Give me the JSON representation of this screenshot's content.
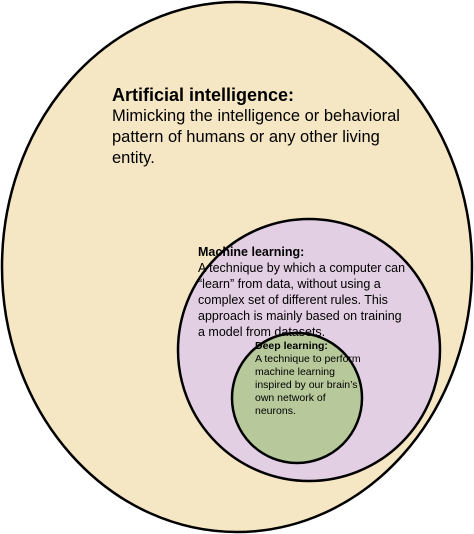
{
  "colors": {
    "ai_fill": "#f6e7c4",
    "ml_fill": "#e3cfe3",
    "dl_fill": "#b7c99b",
    "outline": "#000000",
    "text": "#000000"
  },
  "ai": {
    "title": "Artificial intelligence:",
    "description": "Mimicking the intelligence or behavioral pattern of humans or any other living entity."
  },
  "ml": {
    "title": "Machine learning:",
    "description": "A technique by which a computer can “learn” from data, without using a complex set of different rules. This approach is mainly based on training a model from datasets."
  },
  "dl": {
    "title": "Deep learning:",
    "description": "A technique to perform machine learning inspired by our brain’s own network of neurons."
  }
}
